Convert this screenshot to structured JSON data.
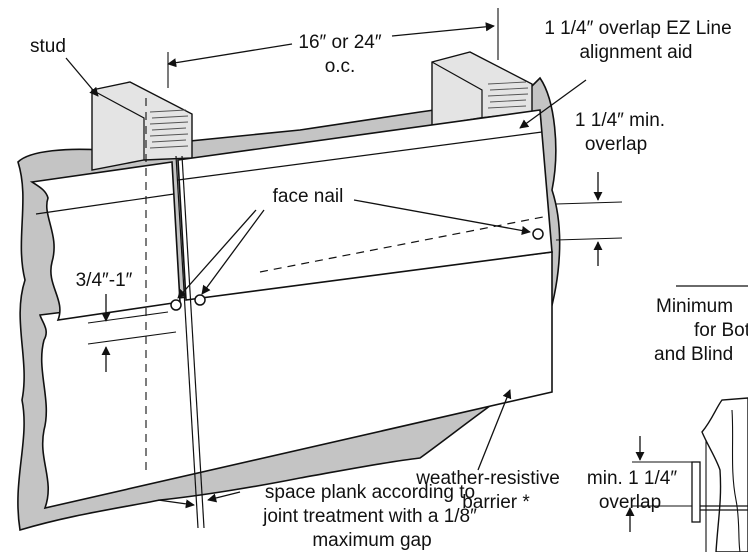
{
  "labels": {
    "stud": "stud",
    "spacing_line1": "16″ or 24″",
    "spacing_line2": "o.c.",
    "ez_line1": "1 1/4″ overlap EZ Line",
    "ez_line2": "alignment aid",
    "min_overlap_line1": "1 1/4″ min.",
    "min_overlap_line2": "overlap",
    "face_nail": "face nail",
    "nail_offset": "3/4″-1″",
    "weather_line1": "weather-resistive",
    "weather_line2": "barrier *",
    "space_line1": "space plank according to",
    "space_line2": "joint treatment with a 1/8″",
    "space_line3": "maximum gap",
    "inset_line1": "Minimum",
    "inset_line2": "for Both",
    "inset_line3": "and Blind",
    "inset_overlap_line1": "min. 1 1/4″",
    "inset_overlap_line2": "overlap"
  },
  "colors": {
    "barrier": "#c4c4c4",
    "plank": "#ffffff",
    "stud": "#e4e4e4",
    "stroke": "#111111"
  }
}
